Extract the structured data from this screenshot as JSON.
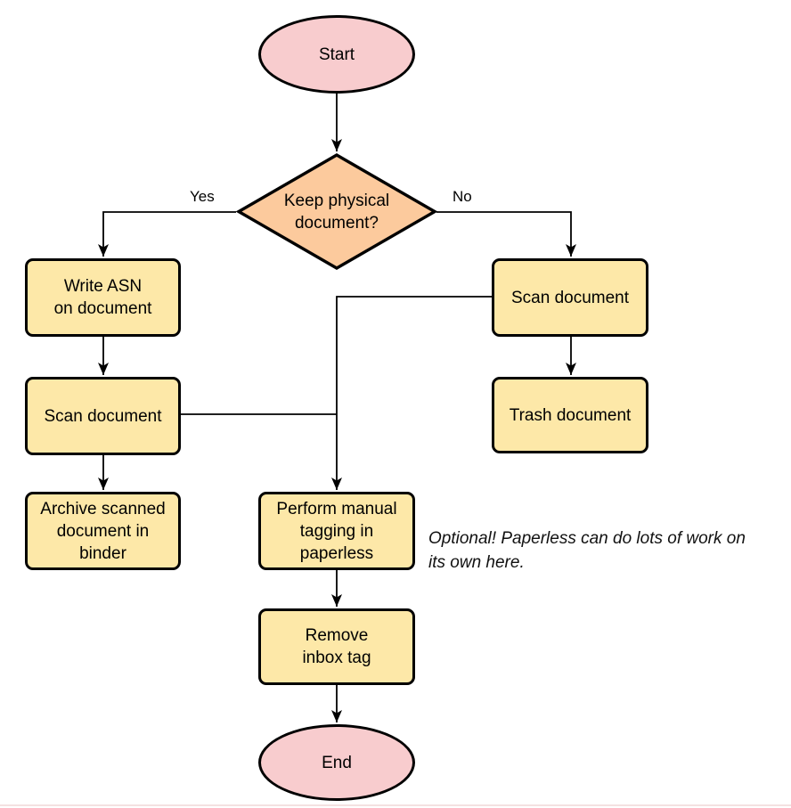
{
  "nodes": {
    "start": {
      "label": "Start"
    },
    "decision": {
      "label": "Keep physical\ndocument?"
    },
    "write_asn": {
      "label": "Write ASN\non document"
    },
    "scan_left": {
      "label": "Scan document"
    },
    "archive": {
      "label": "Archive scanned\ndocument in\nbinder"
    },
    "scan_right": {
      "label": "Scan document"
    },
    "trash": {
      "label": "Trash document"
    },
    "perform_tagging": {
      "label": "Perform manual\ntagging in\npaperless"
    },
    "remove_inbox": {
      "label": "Remove\ninbox tag"
    },
    "end": {
      "label": "End"
    }
  },
  "edge_labels": {
    "yes": "Yes",
    "no": "No"
  },
  "annotation": {
    "text": "Optional! Paperless can do lots of work on\nits own here."
  },
  "colors": {
    "terminal_fill": "#F8CCCE",
    "decision_fill": "#FCCA9D",
    "process_fill": "#FDE8A8",
    "stroke": "#000000",
    "text": "#000000"
  }
}
